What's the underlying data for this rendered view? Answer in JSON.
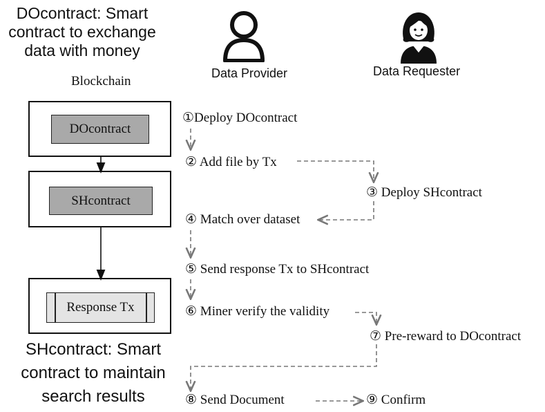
{
  "captions": {
    "do_contract": [
      "DOcontract: Smart",
      "contract to exchange",
      "data with money"
    ],
    "sh_contract": [
      "SHcontract: Smart",
      "contract to maintain",
      "search results"
    ]
  },
  "actors": {
    "provider": {
      "label": "Data Provider",
      "icon": "person-outline-icon"
    },
    "requester": {
      "label": "Data Requester",
      "icon": "person-female-icon"
    }
  },
  "blockchain": {
    "label": "Blockchain",
    "blocks": [
      "DOcontract",
      "SHcontract",
      "Response Tx"
    ]
  },
  "steps": [
    {
      "num": "①",
      "text": "Deploy DOcontract"
    },
    {
      "num": "②",
      "text": "Add file by Tx"
    },
    {
      "num": "③",
      "text": "Deploy SHcontract"
    },
    {
      "num": "④",
      "text": "Match over dataset"
    },
    {
      "num": "⑤",
      "text": "Send response Tx to SHcontract"
    },
    {
      "num": "⑥",
      "text": "Miner verify the validity"
    },
    {
      "num": "⑦",
      "text": "Pre-reward to DOcontract"
    },
    {
      "num": "⑧",
      "text": "Send Document"
    },
    {
      "num": "⑨",
      "text": "Confirm"
    }
  ],
  "colors": {
    "block_fill_dark": "#a9a9a9",
    "block_fill_light": "#e4e4e4",
    "arrow": "#111111",
    "dashed_arrow": "#777777"
  }
}
